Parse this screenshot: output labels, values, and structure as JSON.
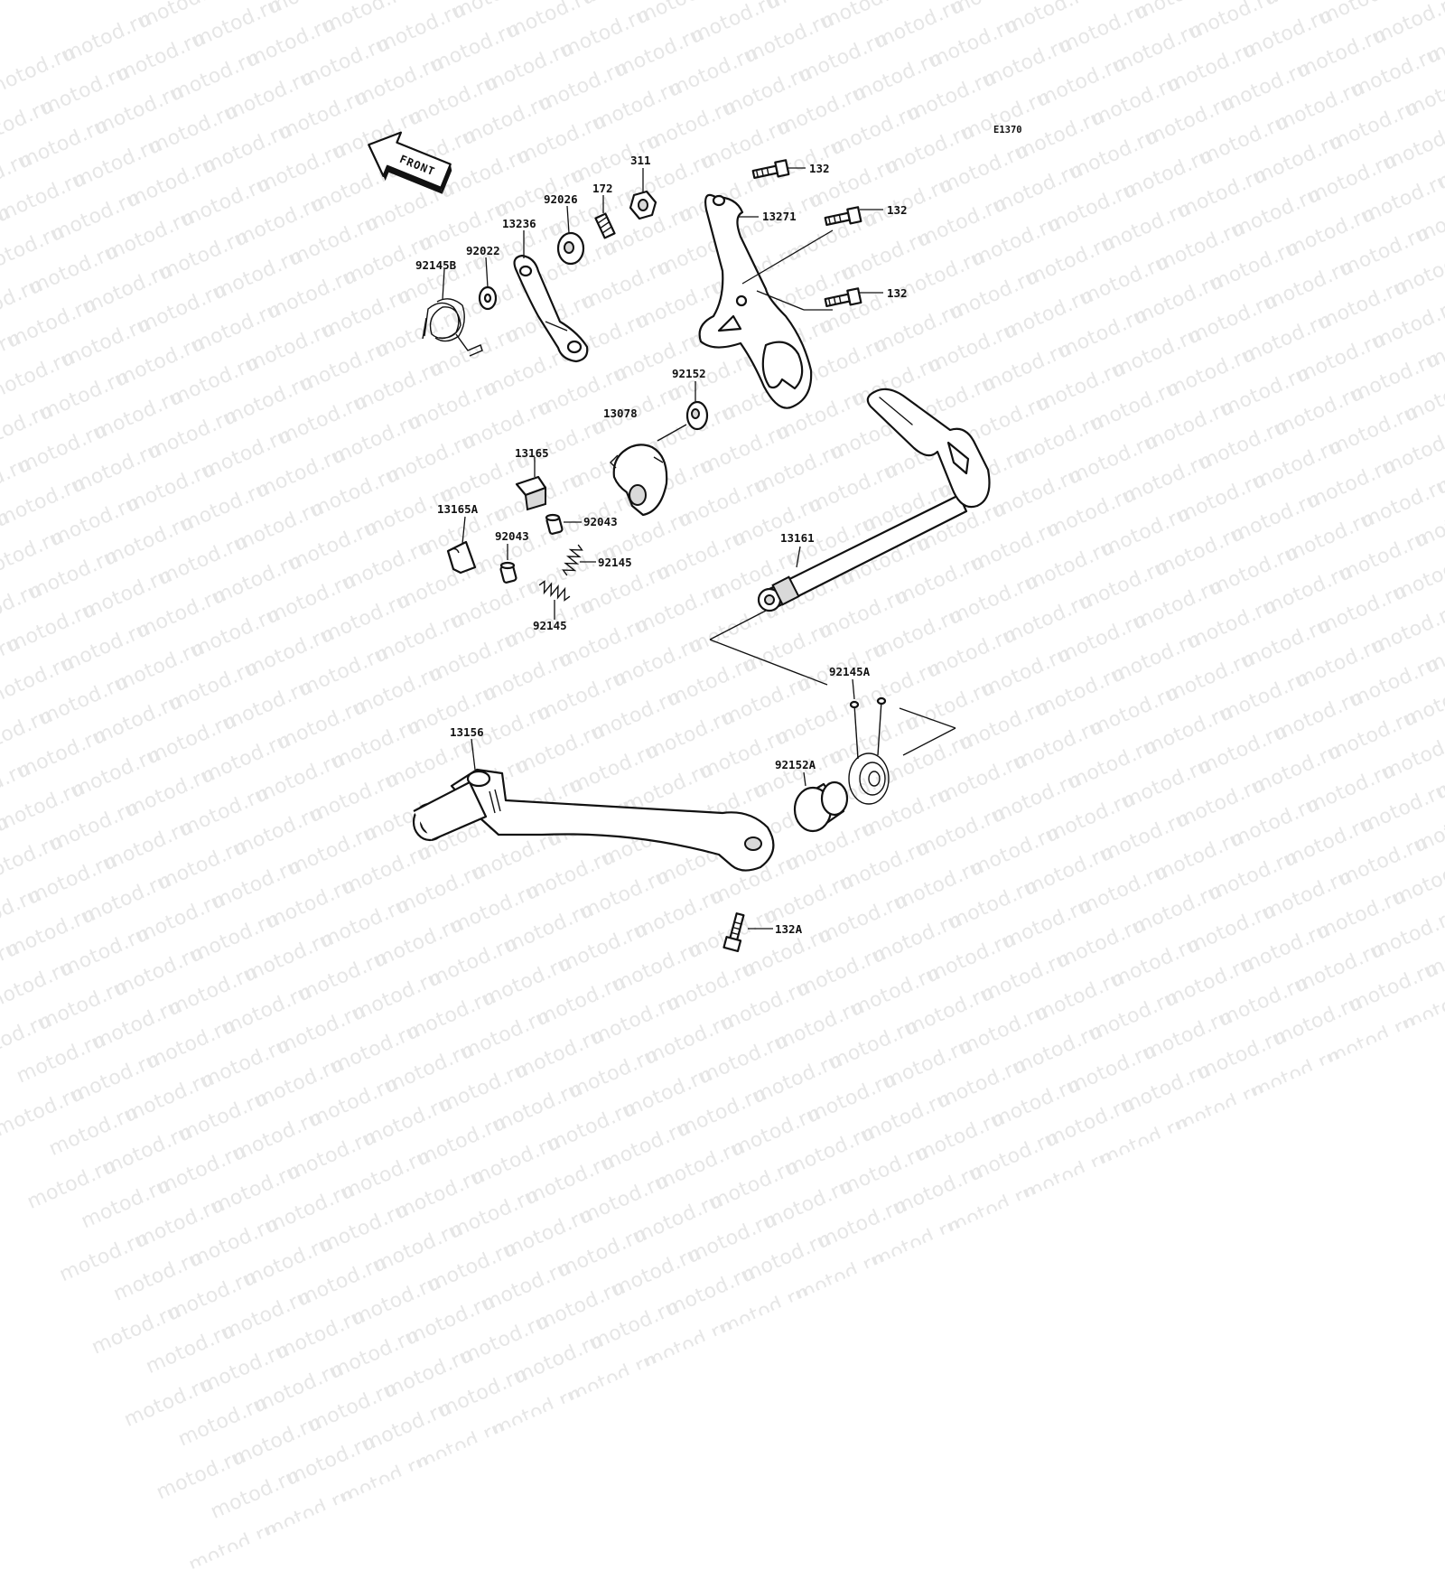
{
  "diagram_code": "E1370",
  "front_label": "FRONT",
  "watermark_text": "motod.ru",
  "labels": {
    "p311": "311",
    "p172": "172",
    "p92026": "92026",
    "p13236": "13236",
    "p92022": "92022",
    "p92145B": "92145B",
    "p132_a": "132",
    "p132_b": "132",
    "p132_c": "132",
    "p13271": "13271",
    "p92152": "92152",
    "p13078": "13078",
    "p13165": "13165",
    "p13165A": "13165A",
    "p92043_a": "92043",
    "p92043_b": "92043",
    "p92145_a": "92145",
    "p92145_b": "92145",
    "p13161": "13161",
    "p92145A": "92145A",
    "p13156": "13156",
    "p92152A": "92152A",
    "p132A": "132A"
  }
}
